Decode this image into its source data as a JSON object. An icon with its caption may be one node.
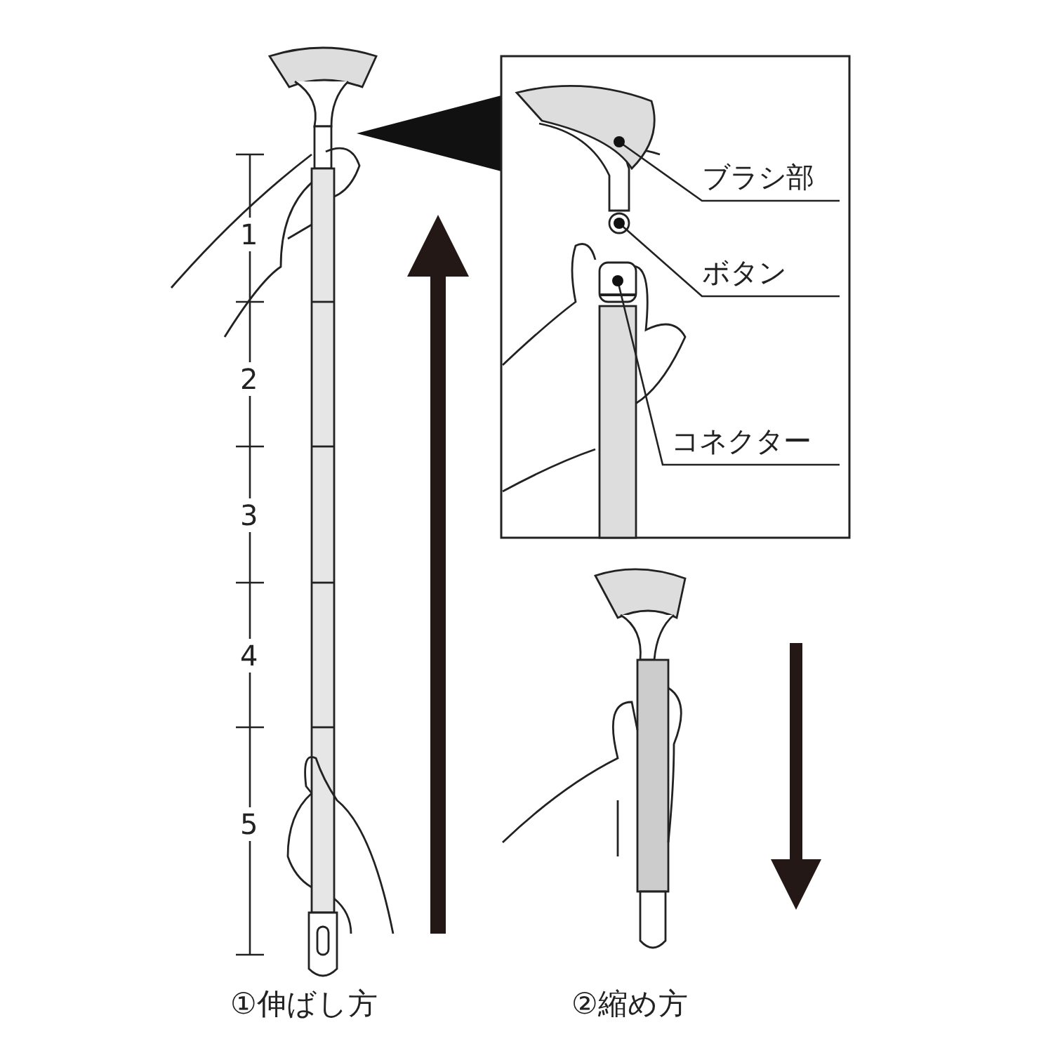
{
  "diagram": {
    "nodes": [
      {
        "text": [
          "ブラシ部"
        ]
      },
      {
        "text": [
          "ボタン"
        ]
      },
      {
        "text": [
          "コネクター"
        ]
      },
      {
        "text": [],
        "shape": "picture"
      },
      {
        "text": [],
        "shape": "circle"
      },
      {
        "text": [],
        "shape": "picture"
      }
    ],
    "edges": [
      {
        "from": 0,
        "to": 3,
        "arrow": "other"
      },
      {
        "from": 1,
        "to": 4,
        "arrow": "other"
      },
      {
        "from": 2,
        "to": 5,
        "arrow": "other"
      }
    ],
    "labels": [
      "1",
      "2",
      "3",
      "4",
      "5",
      "①伸ばし方",
      "②縮め方"
    ]
  }
}
